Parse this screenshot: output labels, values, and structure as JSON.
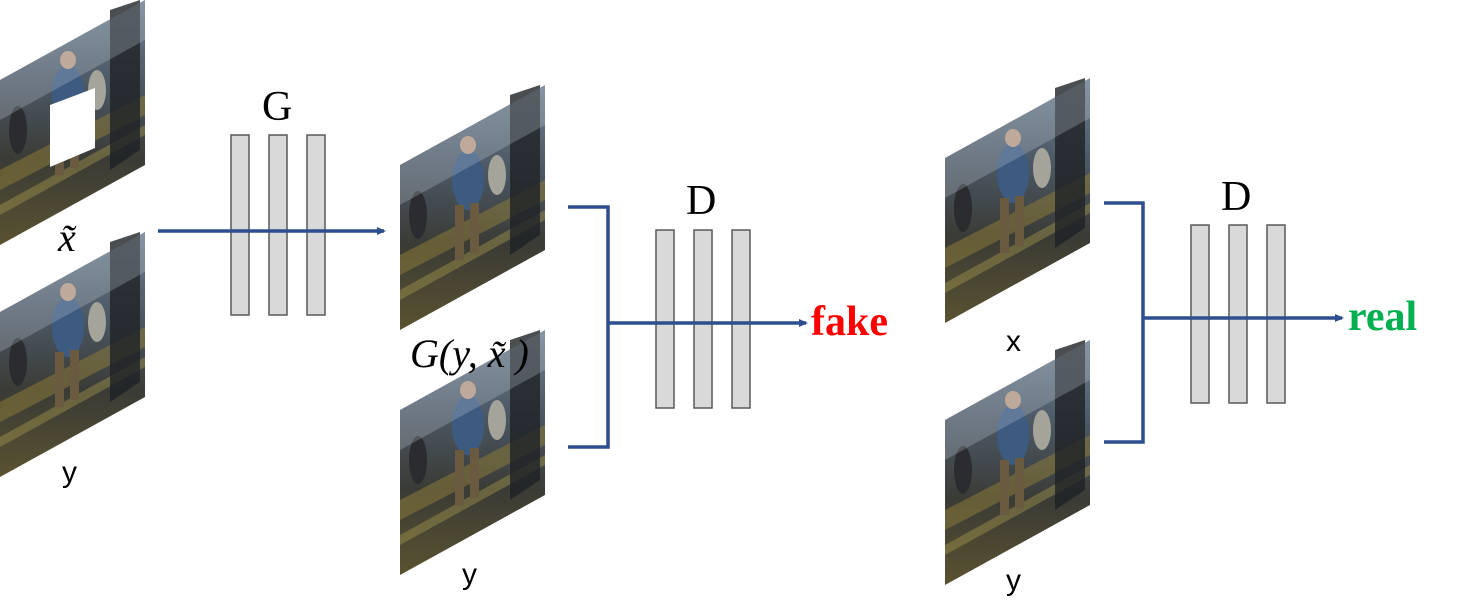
{
  "generator": {
    "label": "G"
  },
  "discriminator_fake": {
    "label": "D",
    "output": "fake"
  },
  "discriminator_real": {
    "label": "D",
    "output": "real"
  },
  "inputs": {
    "masked_label": "x̃",
    "cond_label": "y",
    "generated_label": "G(y, x̃ )",
    "real_label": "x"
  },
  "colors": {
    "arrow": "#2e4f8f",
    "layer_fill": "#d9d9d9",
    "layer_stroke": "#595959",
    "fake": "#ff0000",
    "real": "#00b050"
  }
}
